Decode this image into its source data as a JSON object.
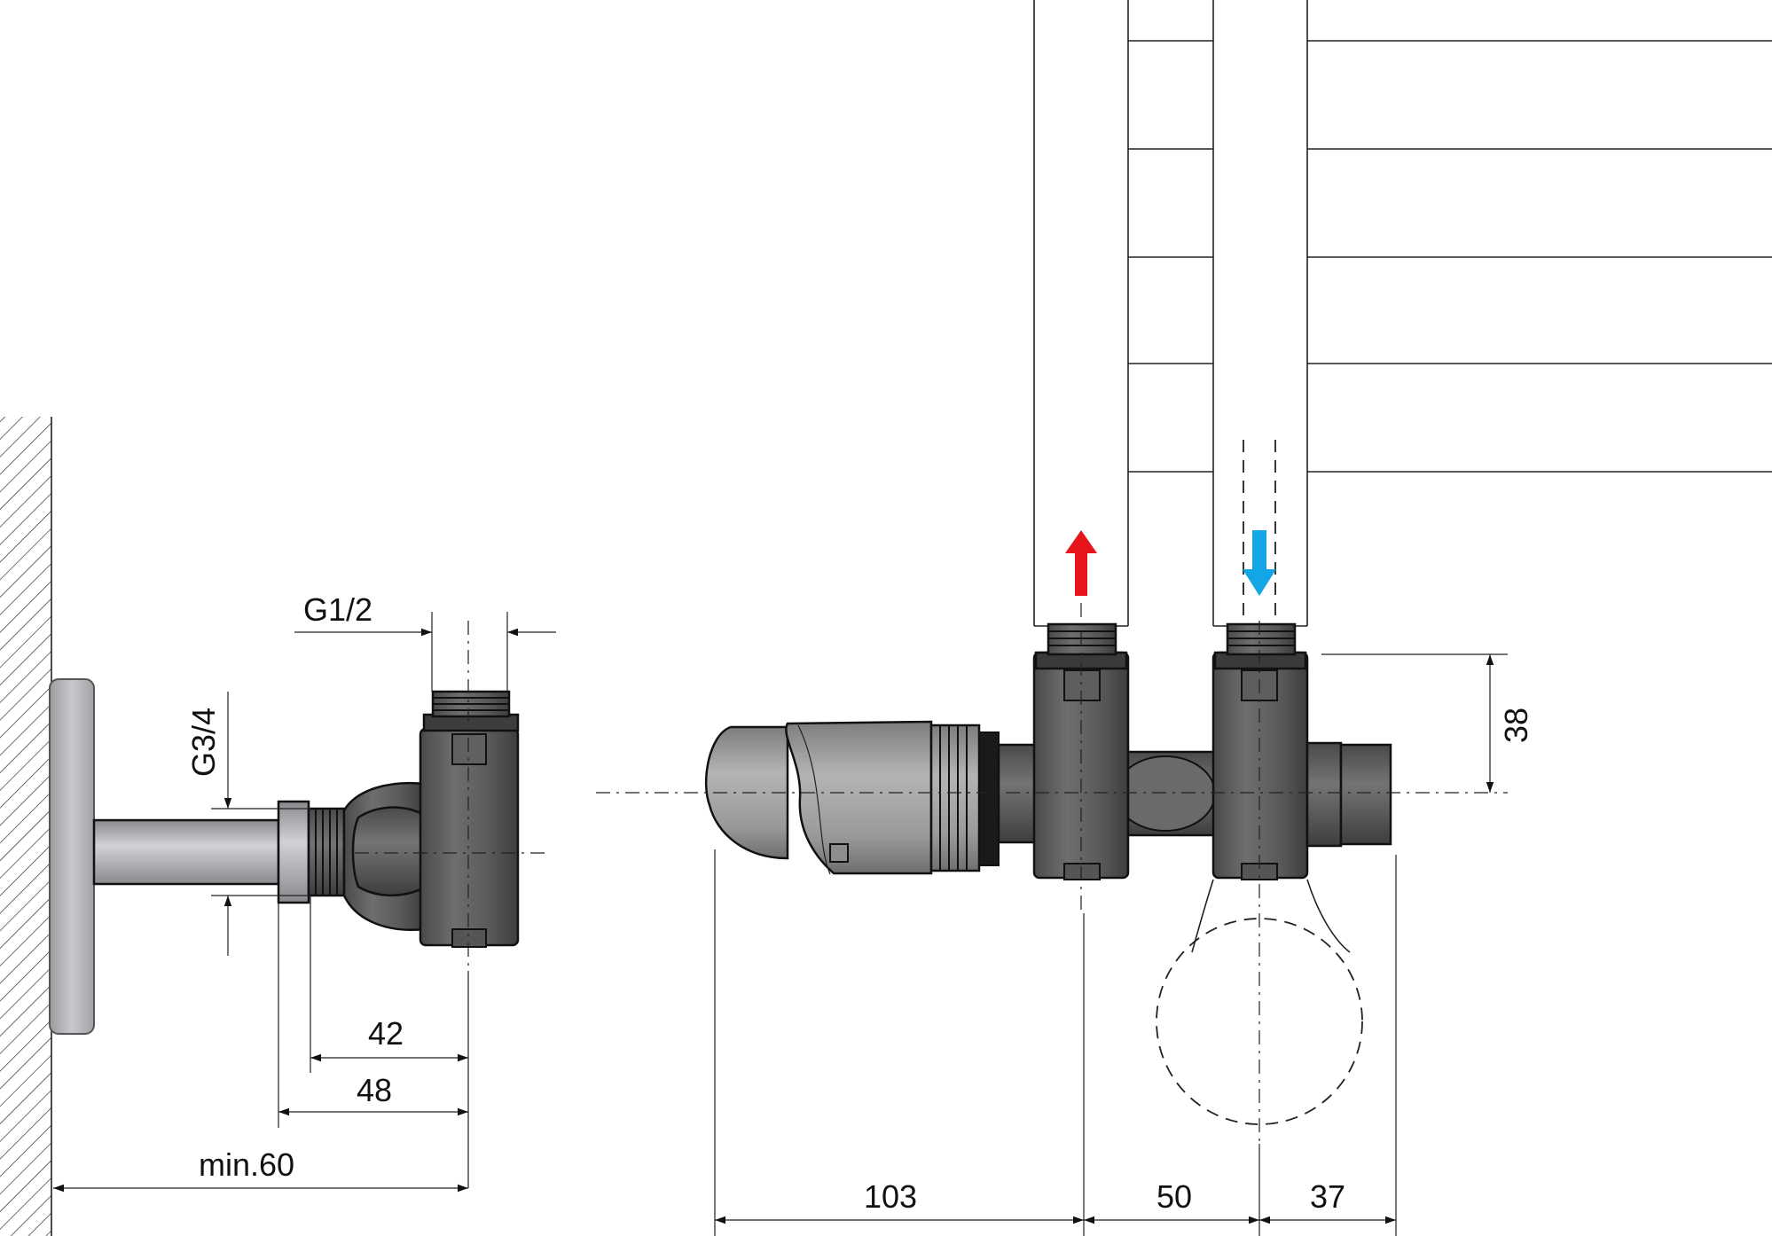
{
  "dimensions": {
    "thread_g12": "G1/2",
    "thread_g34": "G3/4",
    "d42": "42",
    "d48": "48",
    "min60": "min.60",
    "d103": "103",
    "d50": "50",
    "d37": "37",
    "d38": "38"
  },
  "colors": {
    "supply_arrow": "#e8141b",
    "return_arrow": "#12a6e6",
    "valve_body": "#5e5e5e",
    "thermo_head": "#9a9a9a",
    "wall_flange": "#b9b9bd"
  },
  "icons": {
    "supply_flow": "arrow-up-icon",
    "return_flow": "arrow-down-icon"
  }
}
